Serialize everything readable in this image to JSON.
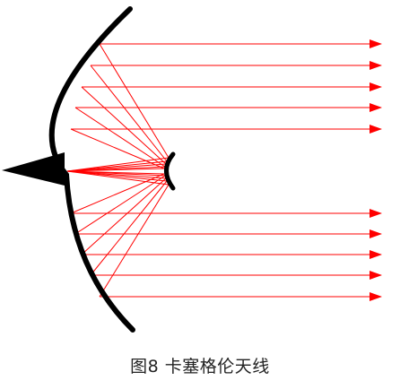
{
  "caption": "图8 卡塞格伦天线",
  "colors": {
    "ray": "#ff0000",
    "reflector": "#000000",
    "background": "#ffffff"
  },
  "diagram": {
    "elements": [
      "primary-reflector",
      "sub-reflector",
      "feed-horn",
      "ray"
    ],
    "rays_above_axis": 5,
    "rays_below_axis": 5
  }
}
